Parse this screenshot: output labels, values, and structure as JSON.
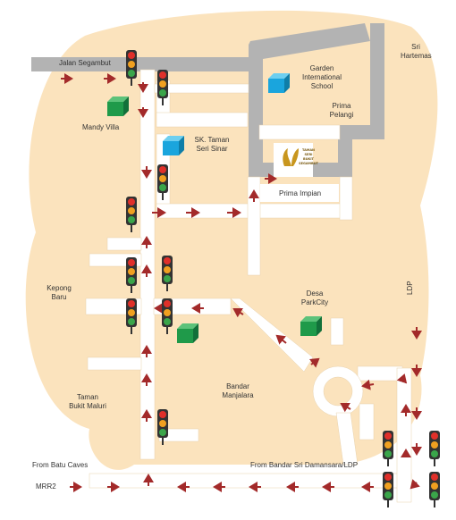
{
  "map": {
    "colors": {
      "background": "#ffffff",
      "area": "#fbe3bd",
      "road": "#ffffff",
      "main_road": "#b3b3b3",
      "arrow": "#a32a2a",
      "building_blue": "#1aa5dd",
      "building_green": "#1f9a4a",
      "signal_body": "#333333",
      "signal_red": "#e0302a",
      "signal_amber": "#f0a020",
      "signal_green": "#3aa54a"
    },
    "labels": {
      "jalan_segambut": "Jalan Segambut",
      "sri_hartemas_1": "Sri",
      "sri_hartemas_2": "Hartemas",
      "garden_school_1": "Garden",
      "garden_school_2": "International",
      "garden_school_3": "School",
      "prima_pelangi_1": "Prima",
      "prima_pelangi_2": "Pelangi",
      "mandy_villa": "Mandy Villa",
      "sk_taman_1": "SK. Taman",
      "sk_taman_2": "Seri Sinar",
      "prima_impian": "Prima Impian",
      "kepong_baru_1": "Kepong",
      "kepong_baru_2": "Baru",
      "desa_parkcity_1": "Desa",
      "desa_parkcity_2": "ParkCity",
      "ldp": "LDP",
      "bandar_manjalara_1": "Bandar",
      "bandar_manjalara_2": "Manjalara",
      "taman_bukit_maluri_1": "Taman",
      "taman_bukit_maluri_2": "Bukit Maluri",
      "from_batu_caves": "From Batu Caves",
      "from_bandar_sri_damansara": "From Bandar Sri Damansara/LDP",
      "mrr2": "MRR2"
    },
    "logo": {
      "line1": "TAMAN",
      "line2": "SERI",
      "line3": "BUKIT",
      "line4": "SEGAMBUT"
    },
    "icons": {
      "building": "cube-icon",
      "traffic_light": "traffic-light-icon",
      "arrow": "arrow-icon",
      "destination": "development-logo-icon"
    }
  }
}
